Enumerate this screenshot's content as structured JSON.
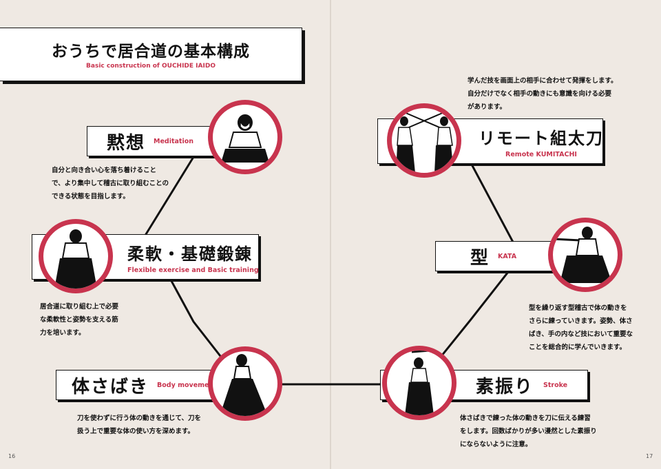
{
  "header": {
    "title": "おうちで居合道の基本構成",
    "subtitle": "Basic construction of OUCHIDE IAIDO"
  },
  "sections": {
    "meditation": {
      "jp": "黙想",
      "en": "Meditation",
      "desc": [
        "自分と向き合い心を落ち着けること",
        "で、より集中して稽古に取り組むことの",
        "できる状態を目指します。"
      ]
    },
    "flex": {
      "jp": "柔軟・基礎鍛錬",
      "en": "Flexible exercise and Basic training",
      "desc": [
        "居合道に取り組む上で必要",
        "な柔軟性と姿勢を支える筋",
        "力を培います。"
      ]
    },
    "body": {
      "jp": "体さばき",
      "en": "Body movement",
      "desc": [
        "刀を使わずに行う体の動きを通じて、刀を",
        "扱う上で重要な体の使い方を深めます。"
      ]
    },
    "remote": {
      "jp": "リモート組太刀",
      "en": "Remote KUMITACHI",
      "desc": [
        "学んだ技を画面上の相手に合わせて発揮をします。",
        "自分だけでなく相手の動きにも意識を向ける必要",
        "があります。"
      ]
    },
    "kata": {
      "jp": "型",
      "en": "KATA",
      "desc": [
        "型を繰り返す型稽古で体の動きを",
        "さらに練っていきます。姿勢、体さ",
        "ばき、手の内など技において重要な",
        "ことを総合的に学んでいきます。"
      ]
    },
    "stroke": {
      "jp": "素振り",
      "en": "Stroke",
      "desc": [
        "体さばきで練った体の動きを刀に伝える練習",
        "をします。回数ばかりが多い漫然とした素振り",
        "にならないように注意。"
      ]
    }
  },
  "pages": {
    "left": "16",
    "right": "17"
  },
  "colors": {
    "accent": "#c8344e",
    "background": "#efe9e3",
    "ink": "#111111"
  }
}
